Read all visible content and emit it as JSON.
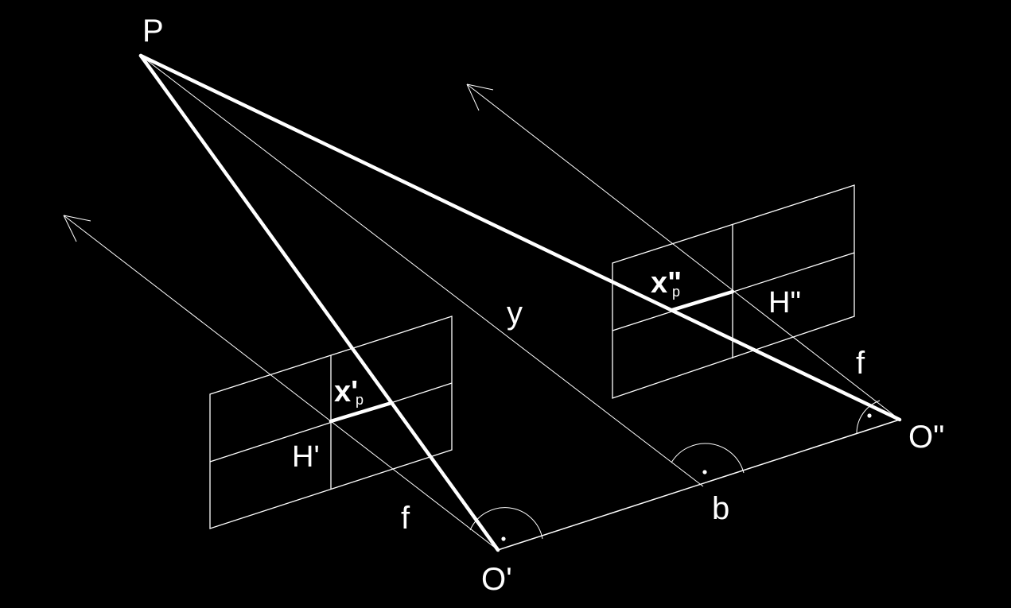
{
  "colors": {
    "background": "#000000",
    "foreground": "#ffffff"
  },
  "labels": {
    "point": "P",
    "left_center": "O'",
    "right_center": "O\"",
    "left_principal": "H'",
    "right_principal": "H\"",
    "left_image_coord": "x'",
    "left_image_coord_sub": "p",
    "right_image_coord": "x\"",
    "right_image_coord_sub": "p",
    "left_focal": "f",
    "right_focal": "f",
    "baseline": "b",
    "depth": "y"
  }
}
